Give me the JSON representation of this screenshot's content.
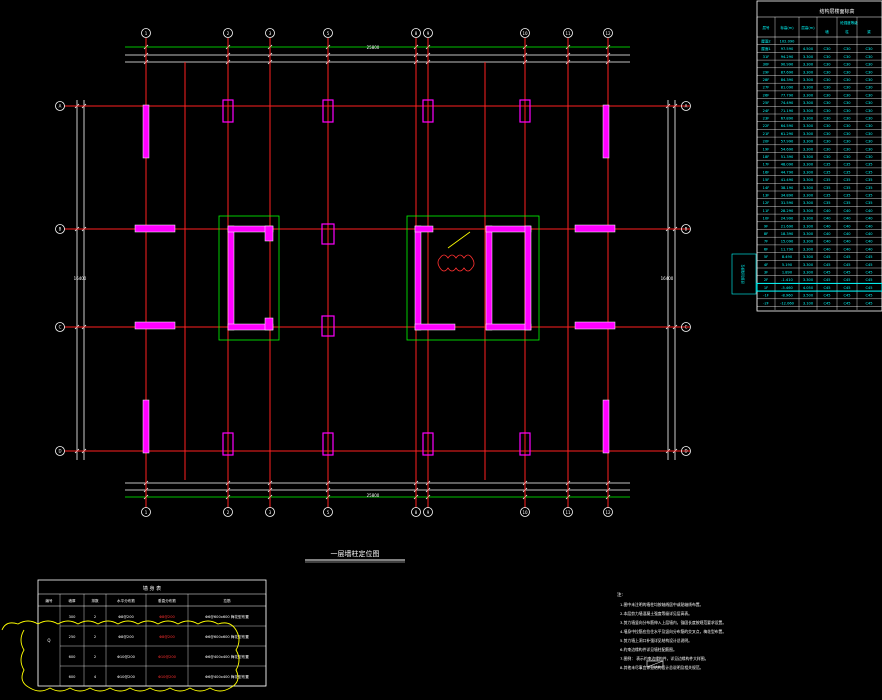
{
  "drawing": {
    "title": "一层墙柱定位图",
    "top_axes": [
      "1",
      "2",
      "3",
      "5",
      "8",
      "9",
      "10",
      "11",
      "12"
    ],
    "bottom_axes": [
      "1",
      "2",
      "3",
      "5",
      "8",
      "9",
      "10",
      "11",
      "12"
    ],
    "left_axes": [
      "A",
      "B",
      "C",
      "D"
    ],
    "right_axes": [
      "A",
      "B",
      "C",
      "D"
    ],
    "top_overall_dim": "25800",
    "bottom_overall_dim": "25800",
    "left_overall_dim": "16400",
    "right_overall_dim": "16400"
  },
  "floor_table": {
    "title": "结构层楼面标高",
    "header_floor": "层号",
    "header_elev": "标高(m)",
    "header_height": "层高(m)",
    "header_group": "砼强度等级",
    "header_wall": "墙",
    "header_col": "柱",
    "header_beam": "梁",
    "rows": [
      [
        "屋面2",
        "102.090",
        "",
        ""
      ],
      [
        "屋面1",
        "97.590",
        "4.500",
        "C30"
      ],
      [
        "31F",
        "94.290",
        "3.300",
        "C30"
      ],
      [
        "30F",
        "90.990",
        "3.300",
        "C30"
      ],
      [
        "29F",
        "87.690",
        "3.300",
        "C30"
      ],
      [
        "28F",
        "84.390",
        "3.300",
        "C30"
      ],
      [
        "27F",
        "81.090",
        "3.300",
        "C30"
      ],
      [
        "26F",
        "77.790",
        "3.300",
        "C30"
      ],
      [
        "25F",
        "74.490",
        "3.300",
        "C30"
      ],
      [
        "24F",
        "71.190",
        "3.300",
        "C30"
      ],
      [
        "23F",
        "67.890",
        "3.300",
        "C30"
      ],
      [
        "22F",
        "64.590",
        "3.300",
        "C30"
      ],
      [
        "21F",
        "61.290",
        "3.300",
        "C30"
      ],
      [
        "20F",
        "57.990",
        "3.300",
        "C30"
      ],
      [
        "19F",
        "54.690",
        "3.300",
        "C30"
      ],
      [
        "18F",
        "51.390",
        "3.300",
        "C30"
      ],
      [
        "17F",
        "48.090",
        "3.300",
        "C35"
      ],
      [
        "16F",
        "44.790",
        "3.300",
        "C35"
      ],
      [
        "15F",
        "41.490",
        "3.300",
        "C35"
      ],
      [
        "14F",
        "38.190",
        "3.300",
        "C35"
      ],
      [
        "13F",
        "34.890",
        "3.300",
        "C35"
      ],
      [
        "12F",
        "31.590",
        "3.300",
        "C35"
      ],
      [
        "11F",
        "28.290",
        "3.300",
        "C40"
      ],
      [
        "10F",
        "24.990",
        "3.300",
        "C40"
      ],
      [
        "9F",
        "21.690",
        "3.300",
        "C40"
      ],
      [
        "8F",
        "18.390",
        "3.300",
        "C40"
      ],
      [
        "7F",
        "15.090",
        "3.300",
        "C40"
      ],
      [
        "6F",
        "11.790",
        "3.300",
        "C40"
      ],
      [
        "5F",
        "8.490",
        "3.300",
        "C45"
      ],
      [
        "4F",
        "5.190",
        "3.300",
        "C45"
      ],
      [
        "3F",
        "1.890",
        "3.300",
        "C45"
      ],
      [
        "2F",
        "-1.410",
        "3.300",
        "C45"
      ],
      [
        "1F",
        "-5.460",
        "4.050",
        "C45"
      ],
      [
        "-1F",
        "-8.960",
        "3.500",
        "C45"
      ],
      [
        "-2F",
        "-12.060",
        "3.100",
        "C45"
      ]
    ],
    "side_label": "底部加强部位"
  },
  "legend_table": {
    "title": "墙 身 表",
    "headers": [
      "编号",
      "墙厚",
      "排数",
      "水平分布筋",
      "垂直分布筋",
      "拉筋"
    ],
    "group_label": "Q",
    "rows": [
      [
        "",
        "300",
        "2",
        "Φ8@200",
        "Φ8@200",
        "Φ6@600x600 梅花型布置"
      ],
      [
        "",
        "250",
        "2",
        "Φ8@200",
        "Φ8@200",
        "Φ6@600x600 梅花型布置"
      ],
      [
        "",
        "600",
        "2",
        "Φ10@200",
        "Φ10@200",
        "Φ6@400x400 梅花型布置"
      ],
      [
        "",
        "600",
        "4",
        "Φ10@200",
        "Φ10@200",
        "Φ6@400x400 梅花型布置"
      ]
    ]
  },
  "notes": {
    "title": "注:",
    "lines": [
      "1.图中未注明的墙柱均按轴线居中或贴轴线布置。",
      "2.本层剪力墙混凝土强度等级详见层高表。",
      "3.剪力墙竖向分布筋伸入上层墙内，锚固长度按规范要求设置。",
      "4.墙身中拉筋应拉住水平及竖向分布筋的交叉点，梅花型布置。",
      "5.剪力墙上洞口补强详见结构设计总说明。",
      "6.约束边缘构件详见墙柱配筋图。",
      "7.图例：       表示约束边缘构件，详见边缘构件大样图。",
      "8.其他未尽事宜详见结构设计总说明及相关规范。"
    ]
  },
  "colors": {
    "background": "#000000",
    "axis": "#ff2020",
    "wall": "#ff00ff",
    "dim": "#ffffff",
    "dim_green": "#00ff00",
    "table_cyan": "#00ffff",
    "text_yellow": "#ffff00",
    "cloud": "#ff3030"
  }
}
